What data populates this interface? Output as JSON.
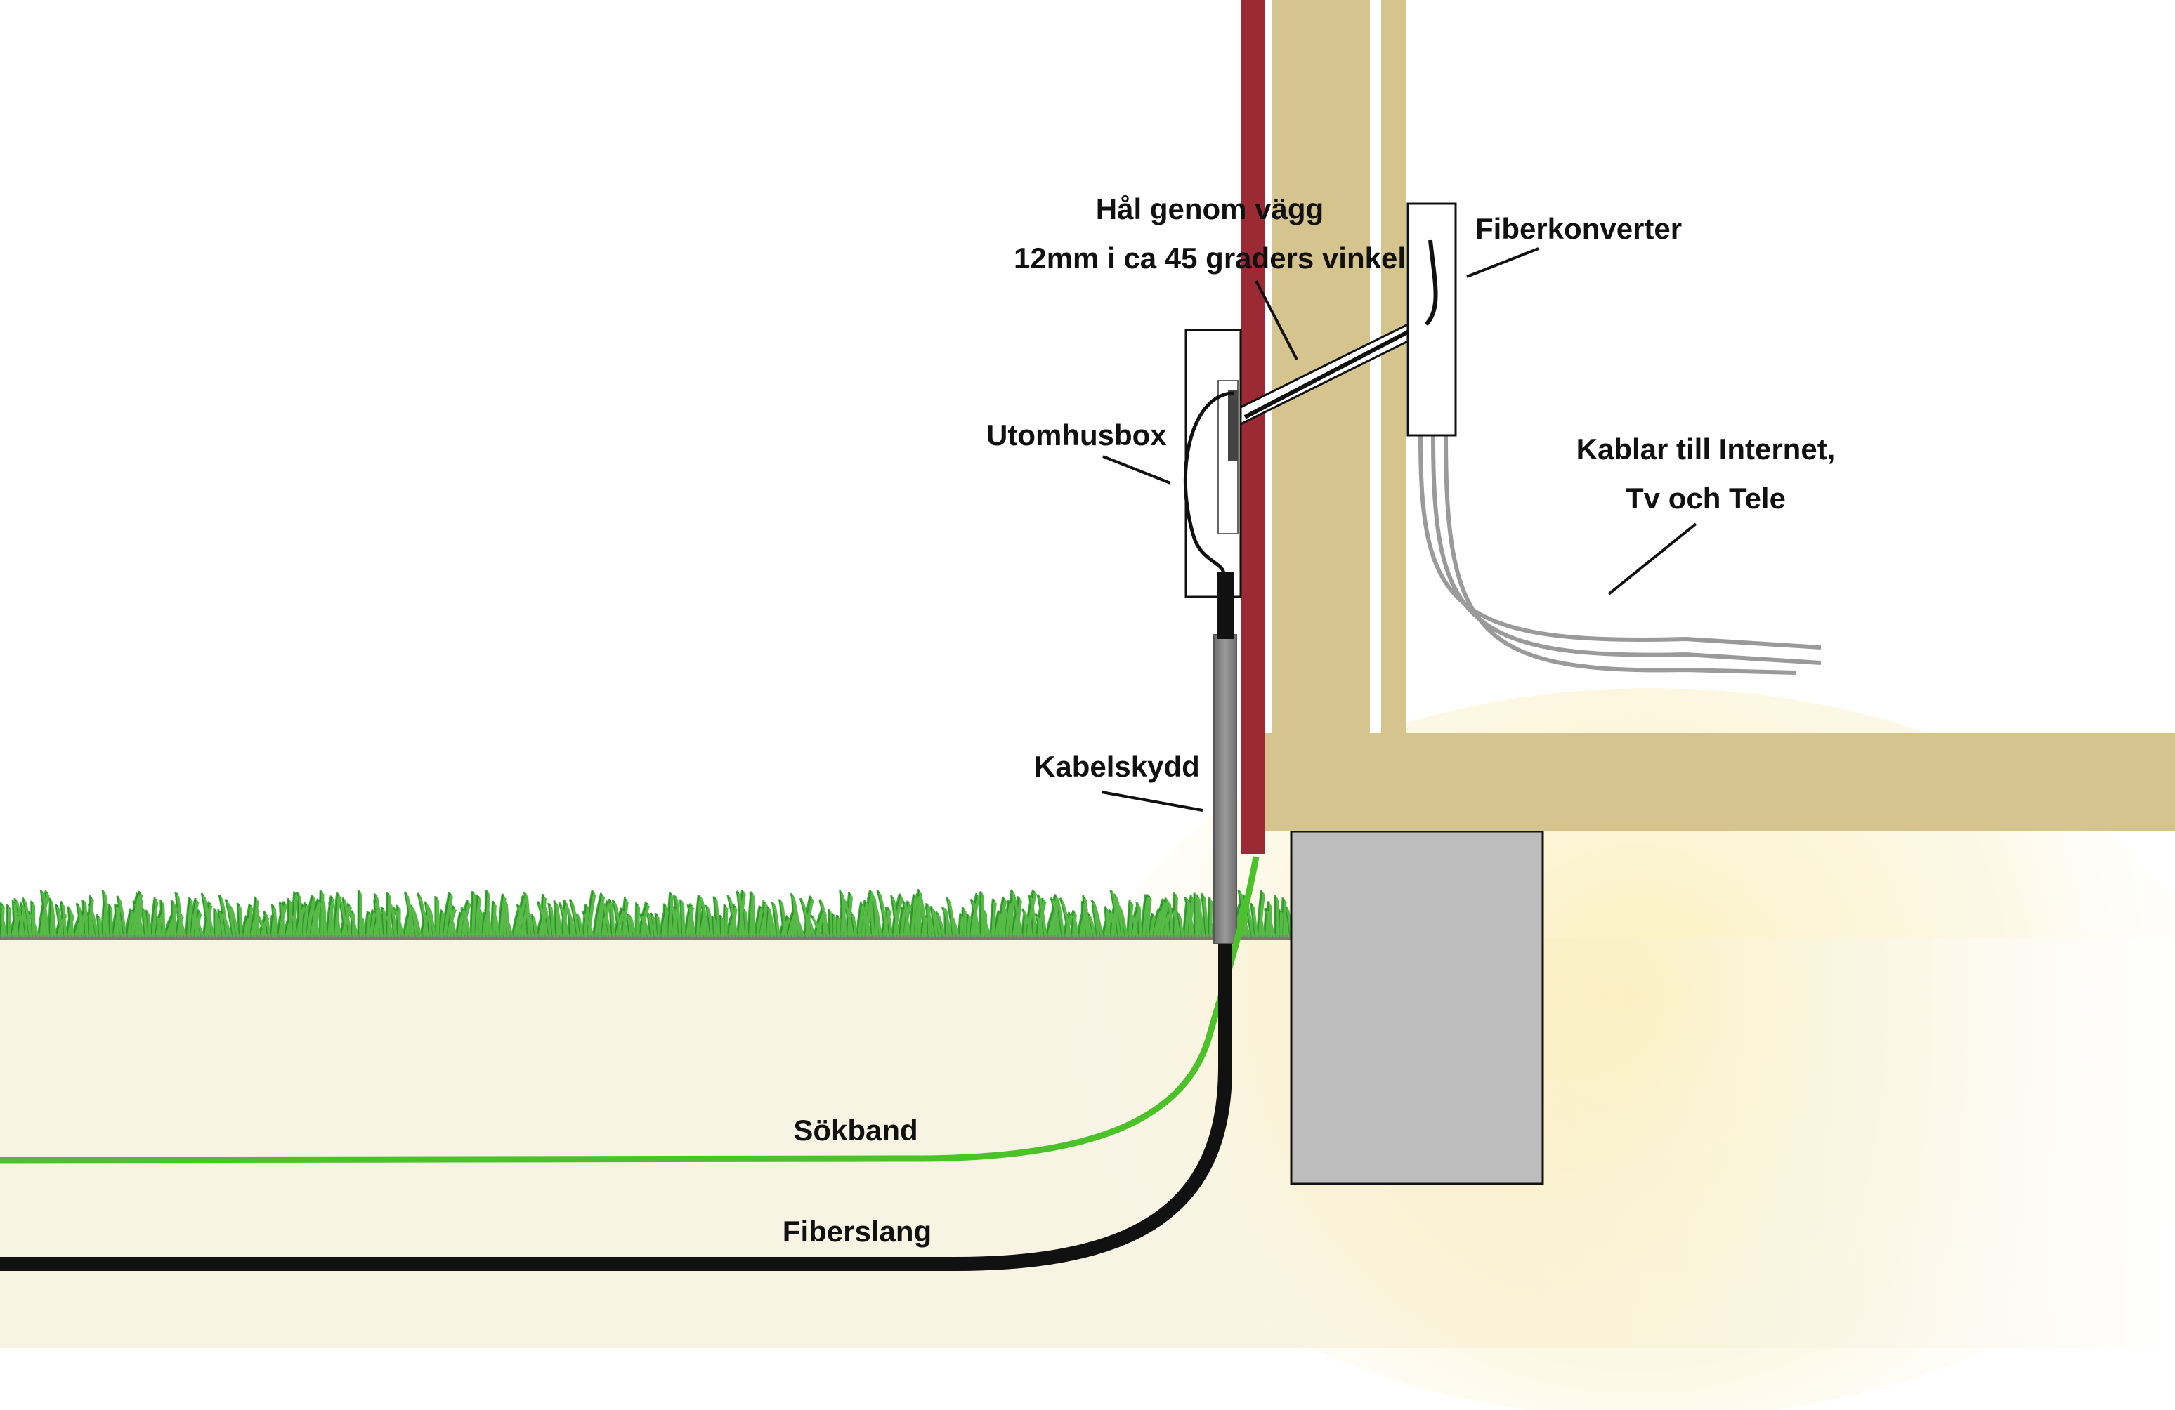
{
  "labels": {
    "hole_line1": "Hål genom vägg",
    "hole_line2": "12mm i ca 45 graders vinkel",
    "converter": "Fiberkonverter",
    "outdoor_box": "Utomhusbox",
    "cables_line1": "Kablar till Internet,",
    "cables_line2": "Tv och Tele",
    "cable_guard": "Kabelskydd",
    "search_tape": "Sökband",
    "fiber_hose": "Fiberslang"
  },
  "colors": {
    "wall_red": "#9b2a35",
    "timber": "#d5c48d",
    "foundation": "#bdbdbd",
    "soil": "#f8f4e4",
    "grass": "#3aa836",
    "search_tape": "#4cc22a",
    "fiber_hose": "#111111",
    "indoor_cables": "#9a9a9a"
  }
}
